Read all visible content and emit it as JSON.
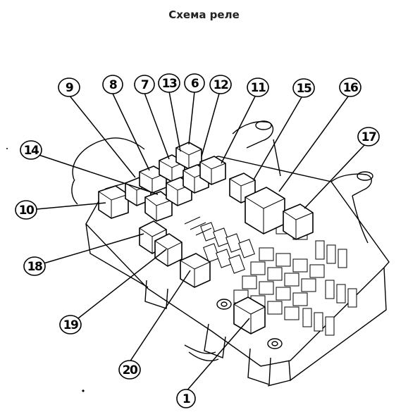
{
  "page": {
    "title": "Схема реле"
  },
  "callouts": [
    {
      "id": "c1",
      "label": "1"
    },
    {
      "id": "c6",
      "label": "6"
    },
    {
      "id": "c7",
      "label": "7"
    },
    {
      "id": "c8",
      "label": "8"
    },
    {
      "id": "c9",
      "label": "9"
    },
    {
      "id": "c10",
      "label": "10"
    },
    {
      "id": "c11",
      "label": "11"
    },
    {
      "id": "c12",
      "label": "12"
    },
    {
      "id": "c13",
      "label": "13"
    },
    {
      "id": "c14",
      "label": "14"
    },
    {
      "id": "c15",
      "label": "15"
    },
    {
      "id": "c16",
      "label": "16"
    },
    {
      "id": "c17",
      "label": "17"
    },
    {
      "id": "c18",
      "label": "18"
    },
    {
      "id": "c19",
      "label": "19"
    },
    {
      "id": "c20",
      "label": "20"
    }
  ]
}
